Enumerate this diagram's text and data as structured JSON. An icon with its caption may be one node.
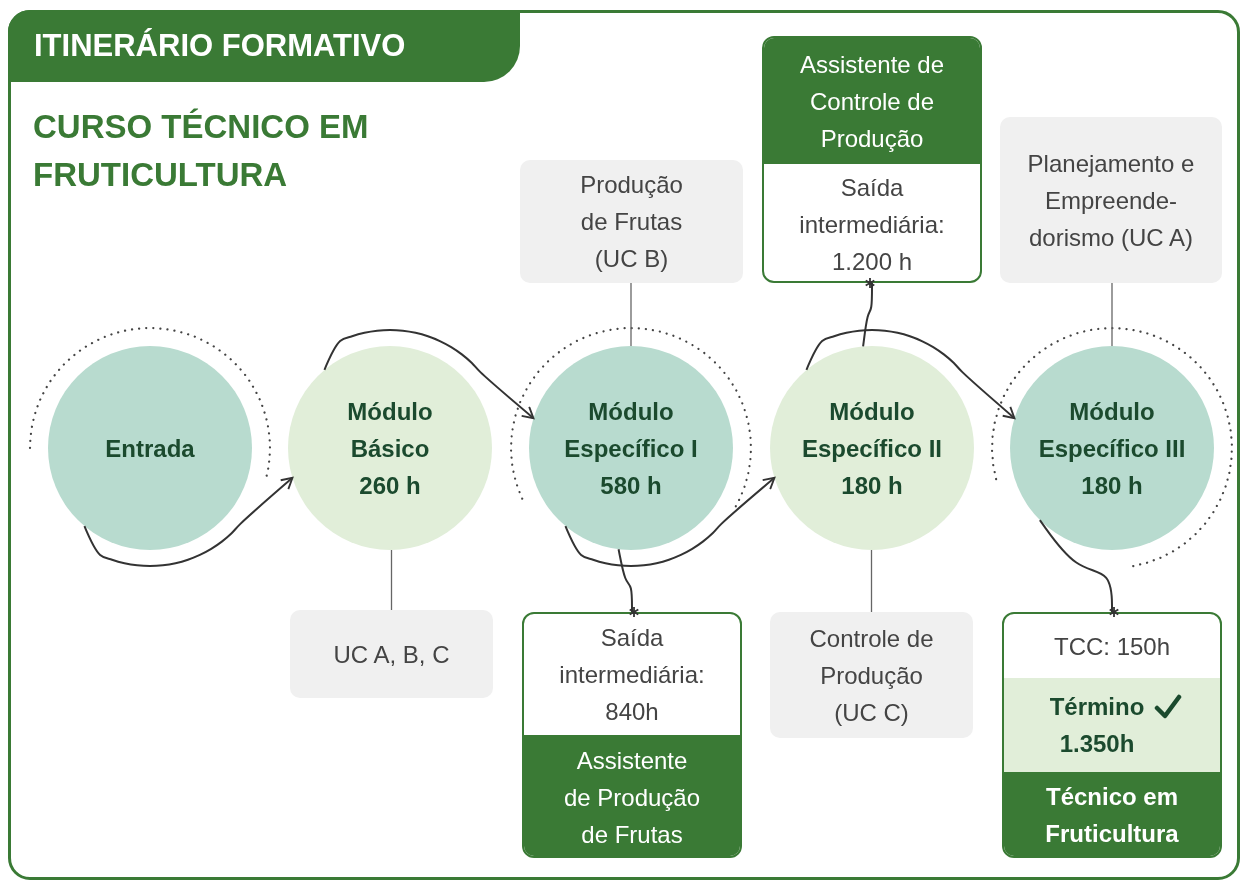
{
  "diagram": {
    "title": "ITINERÁRIO FORMATIVO",
    "nodes": [
      {
        "text": [
          "Entrada"
        ]
      },
      {
        "text": [
          "Módulo Básico 260 h"
        ]
      },
      {
        "text": [
          "Módulo Específico I 580 h"
        ]
      },
      {
        "text": [
          "Módulo Específico II 180 h"
        ]
      },
      {
        "text": [
          "Módulo Específico III 180 h"
        ]
      },
      {
        "text": [
          "UC A, B, C"
        ]
      },
      {
        "text": [
          "Produção de Frutas (UC B)"
        ]
      },
      {
        "text": [
          "Saída intermediária: 840h",
          "Assistente de Produção de Frutas"
        ]
      },
      {
        "text": [
          "Assistente de Controle de Produção",
          "Saída intermediária: 1.200 h"
        ]
      },
      {
        "text": [
          "Controle de Produção (UC C)"
        ]
      },
      {
        "text": [
          "Planejamento e Empreende-dorismo (UC A)"
        ]
      },
      {
        "text": [
          "TCC: 150h",
          "Término 1.350h",
          "Técnico em Fruticultura"
        ]
      }
    ],
    "edges": [
      {
        "from": 0,
        "to": 1,
        "arrow": "to"
      },
      {
        "from": 1,
        "to": 2,
        "arrow": "to"
      },
      {
        "from": 2,
        "to": 3,
        "arrow": "to"
      },
      {
        "from": 3,
        "to": 4,
        "arrow": "to"
      },
      {
        "from": 2,
        "to": 7,
        "arrow": "other"
      },
      {
        "from": 3,
        "to": 8,
        "arrow": "other"
      },
      {
        "from": 4,
        "to": 11,
        "arrow": "other"
      },
      {
        "from": 1,
        "to": 5,
        "arrow": "none",
        "color": "#666666"
      },
      {
        "from": 6,
        "to": 2,
        "arrow": "none",
        "color": "#666666"
      },
      {
        "from": 3,
        "to": 9,
        "arrow": "none",
        "color": "#666666"
      },
      {
        "from": 10,
        "to": 4,
        "arrow": "none",
        "color": "#666666"
      }
    ],
    "labels": [
      "CURSO TÉCNICO EM FRUTICULTURA"
    ]
  }
}
